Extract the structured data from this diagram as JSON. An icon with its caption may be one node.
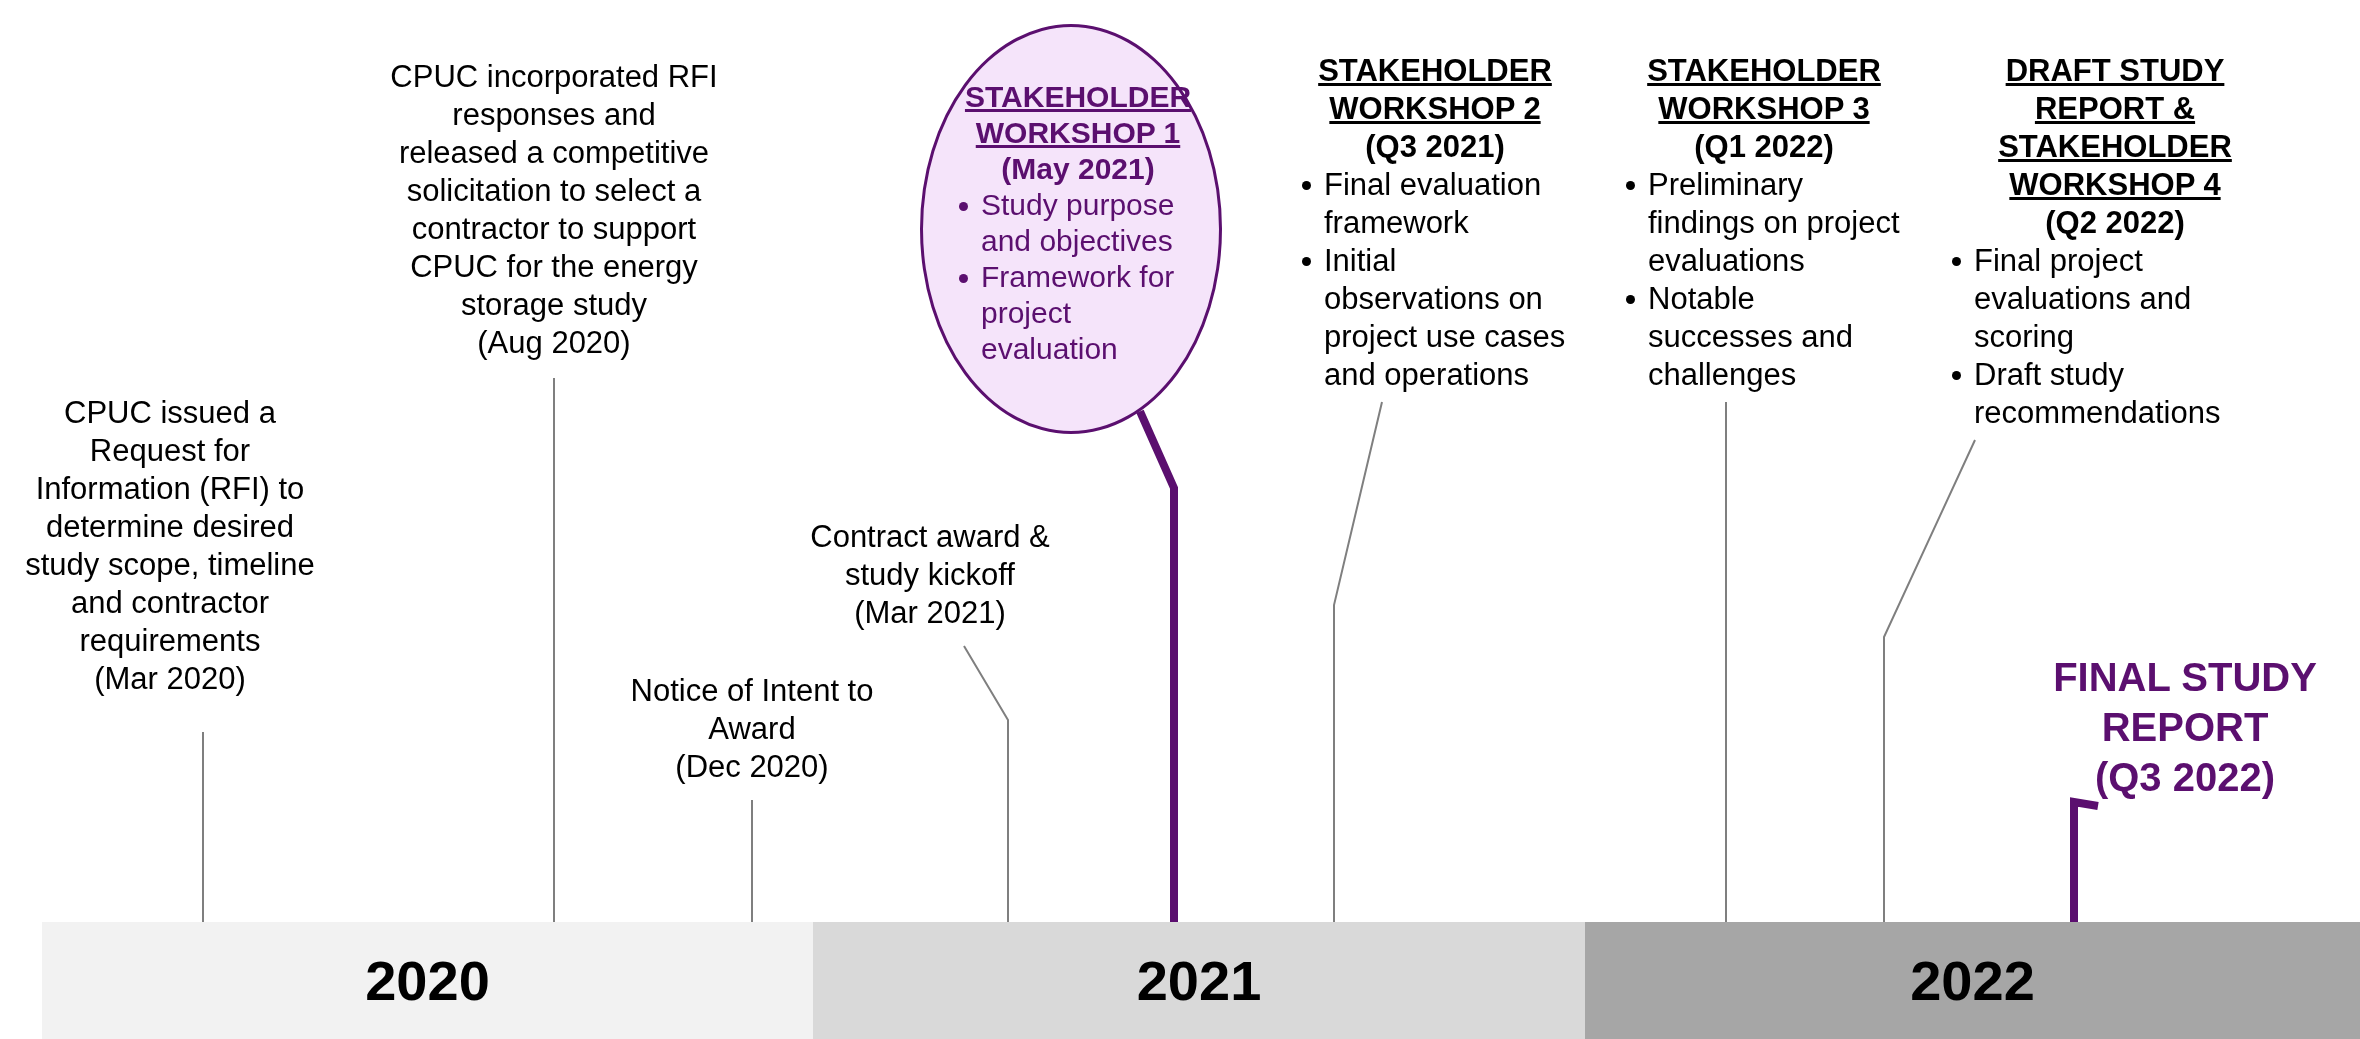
{
  "diagram": {
    "nodes": [
      {
        "text": [
          "CPUC issued a Request for Information (RFI) to determine desired study scope, timeline and contractor requirements",
          "(Mar 2020)"
        ]
      },
      {
        "text": [
          "CPUC incorporated RFI responses and released a competitive solicitation to select a contractor to support CPUC for the energy storage study",
          "(Aug 2020)"
        ]
      },
      {
        "text": [
          "Notice of Intent to Award",
          "(Dec 2020)"
        ]
      },
      {
        "text": [
          "Contract award & study kickoff",
          "(Mar 2021)"
        ]
      },
      {
        "text": [
          "STAKEHOLDER WORKSHOP 1",
          "(May 2021)",
          "Study purpose and objectives",
          "Framework for project evaluation"
        ]
      },
      {
        "text": [
          "STAKEHOLDER WORKSHOP 2",
          "(Q3 2021)",
          "Final evaluation framework",
          "Initial observations on project use cases and operations"
        ]
      },
      {
        "text": [
          "STAKEHOLDER WORKSHOP 3",
          "(Q1 2022)",
          "Preliminary findings on project evaluations",
          "Notable successes and challenges"
        ]
      },
      {
        "text": [
          "DRAFT STUDY REPORT & STAKEHOLDER WORKSHOP 4",
          "(Q2 2022)",
          "Final project evaluations and scoring",
          "Draft study recommendations"
        ]
      },
      {
        "text": [
          "FINAL STUDY REPORT",
          "(Q3 2022)"
        ]
      },
      {
        "text": [
          "2020"
        ]
      },
      {
        "text": [
          "2021"
        ]
      },
      {
        "text": [
          "2022"
        ]
      }
    ],
    "edges": [
      {
        "from": 0,
        "to": 9,
        "arrow": "none"
      },
      {
        "from": 1,
        "to": 9,
        "arrow": "none"
      },
      {
        "from": 2,
        "to": 9,
        "arrow": "none"
      },
      {
        "from": 3,
        "to": 10,
        "arrow": "none"
      },
      {
        "from": 4,
        "to": 10,
        "arrow": "none",
        "style": "thick",
        "color": "#5b0f6f"
      },
      {
        "from": 5,
        "to": 10,
        "arrow": "none"
      },
      {
        "from": 6,
        "to": 11,
        "arrow": "none"
      },
      {
        "from": 7,
        "to": 11,
        "arrow": "none"
      },
      {
        "from": 8,
        "to": 11,
        "arrow": "none",
        "style": "thick",
        "color": "#5b0f6f"
      }
    ]
  }
}
